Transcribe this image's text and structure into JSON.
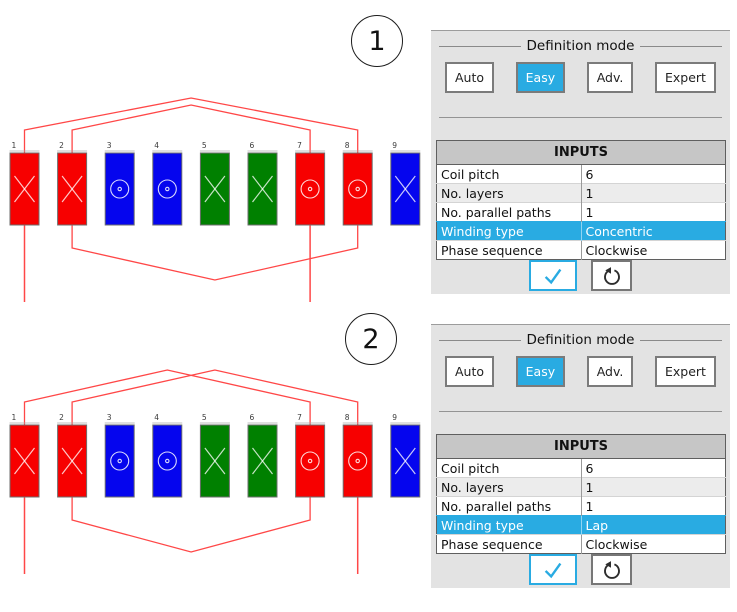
{
  "colors": {
    "accent": "#29abe2",
    "slot_red": "#f70000",
    "slot_blue": "#0505ee",
    "slot_green": "#008000",
    "wire": "#ff4747",
    "panel_bg": "#e3e3e3",
    "table_header_bg": "#c6c6c6"
  },
  "panels": [
    {
      "badge": "1",
      "definition_mode": {
        "legend": "Definition mode",
        "buttons": [
          {
            "label": "Auto",
            "active": false
          },
          {
            "label": "Easy",
            "active": true
          },
          {
            "label": "Adv.",
            "active": false
          },
          {
            "label": "Expert",
            "active": false
          }
        ]
      },
      "inputs": {
        "header": "INPUTS",
        "rows": [
          {
            "label": "Coil pitch",
            "value": "6",
            "highlight": false
          },
          {
            "label": "No. layers",
            "value": "1",
            "highlight": false
          },
          {
            "label": "No. parallel paths",
            "value": "1",
            "highlight": false
          },
          {
            "label": "Winding type",
            "value": "Concentric",
            "highlight": true
          },
          {
            "label": "Phase sequence",
            "value": "Clockwise",
            "highlight": false
          }
        ]
      },
      "actions": [
        {
          "name": "confirm",
          "icon": "check-icon"
        },
        {
          "name": "reset",
          "icon": "undo-circular-arrow-icon"
        }
      ]
    },
    {
      "badge": "2",
      "definition_mode": {
        "legend": "Definition mode",
        "buttons": [
          {
            "label": "Auto",
            "active": false
          },
          {
            "label": "Easy",
            "active": true
          },
          {
            "label": "Adv.",
            "active": false
          },
          {
            "label": "Expert",
            "active": false
          }
        ]
      },
      "inputs": {
        "header": "INPUTS",
        "rows": [
          {
            "label": "Coil pitch",
            "value": "6",
            "highlight": false
          },
          {
            "label": "No. layers",
            "value": "1",
            "highlight": false
          },
          {
            "label": "No. parallel paths",
            "value": "1",
            "highlight": false
          },
          {
            "label": "Winding type",
            "value": "Lap",
            "highlight": true
          },
          {
            "label": "Phase sequence",
            "value": "Clockwise",
            "highlight": false
          }
        ]
      },
      "actions": [
        {
          "name": "confirm",
          "icon": "check-icon"
        },
        {
          "name": "reset",
          "icon": "undo-circular-arrow-icon"
        }
      ]
    }
  ],
  "diagrams": [
    {
      "type": "concentric",
      "slots": [
        {
          "n": "1",
          "color": "red",
          "symbol": "cross"
        },
        {
          "n": "2",
          "color": "red",
          "symbol": "cross"
        },
        {
          "n": "3",
          "color": "blue",
          "symbol": "dot"
        },
        {
          "n": "4",
          "color": "blue",
          "symbol": "dot"
        },
        {
          "n": "5",
          "color": "green",
          "symbol": "cross"
        },
        {
          "n": "6",
          "color": "green",
          "symbol": "cross"
        },
        {
          "n": "7",
          "color": "red",
          "symbol": "dot"
        },
        {
          "n": "8",
          "color": "red",
          "symbol": "dot"
        },
        {
          "n": "9",
          "color": "blue",
          "symbol": "cross"
        }
      ],
      "top_connections": [
        {
          "from": 1,
          "to": 8,
          "peak": 20
        },
        {
          "from": 2,
          "to": 7,
          "peak": 27
        }
      ],
      "bottom_v": [
        {
          "from": 2,
          "to": 8
        }
      ],
      "bottom_terminals": [
        1,
        7
      ]
    },
    {
      "type": "lap",
      "slots": [
        {
          "n": "1",
          "color": "red",
          "symbol": "cross"
        },
        {
          "n": "2",
          "color": "red",
          "symbol": "cross"
        },
        {
          "n": "3",
          "color": "blue",
          "symbol": "dot"
        },
        {
          "n": "4",
          "color": "blue",
          "symbol": "dot"
        },
        {
          "n": "5",
          "color": "green",
          "symbol": "cross"
        },
        {
          "n": "6",
          "color": "green",
          "symbol": "cross"
        },
        {
          "n": "7",
          "color": "red",
          "symbol": "dot"
        },
        {
          "n": "8",
          "color": "red",
          "symbol": "dot"
        },
        {
          "n": "9",
          "color": "blue",
          "symbol": "cross"
        }
      ],
      "top_connections": [
        {
          "from": 1,
          "to": 7,
          "peak": 20
        },
        {
          "from": 2,
          "to": 8,
          "peak": 20
        }
      ],
      "bottom_v": [
        {
          "from": 2,
          "to": 7
        }
      ],
      "bottom_terminals": [
        1,
        8
      ]
    }
  ]
}
